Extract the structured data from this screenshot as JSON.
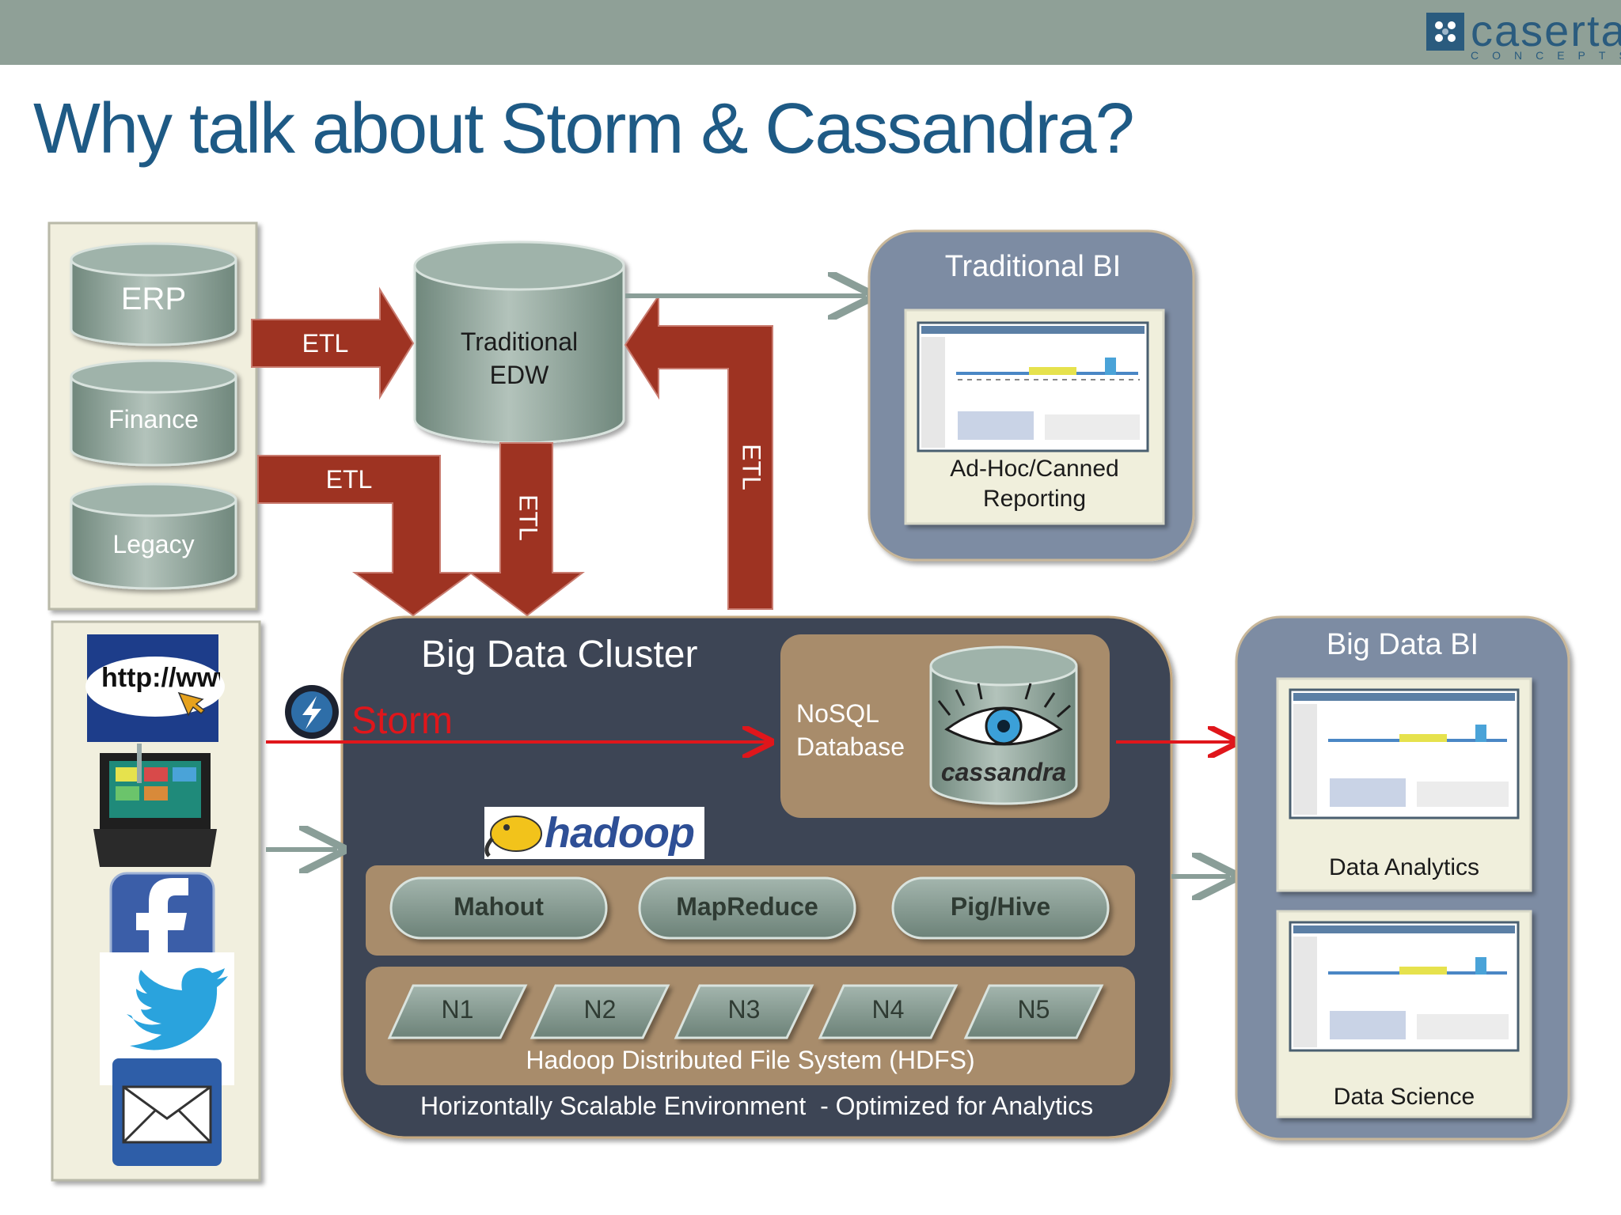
{
  "slide": {
    "title": "Why talk about Storm & Cassandra?",
    "logo": {
      "word": "caserta",
      "sub": "CONCEPTS"
    }
  },
  "sources": {
    "legacy_systems": [
      "ERP",
      "Finance",
      "Legacy"
    ],
    "streaming_icons": [
      "http-icon",
      "pos-terminal-icon",
      "facebook-icon",
      "twitter-icon",
      "email-icon"
    ],
    "http_text": "http://www."
  },
  "edw": {
    "label_line1": "Traditional",
    "label_line2": "EDW"
  },
  "etl_labels": {
    "to_edw": "ETL",
    "to_cluster": "ETL",
    "edw_down": "ETL",
    "cluster_up": "ETL"
  },
  "traditional_bi": {
    "title": "Traditional BI",
    "caption_line1": "Ad-Hoc/Canned",
    "caption_line2": "Reporting"
  },
  "cluster": {
    "title": "Big Data Cluster",
    "storm_label": "Storm",
    "nosql_line1": "NoSQL",
    "nosql_line2": "Database",
    "cassandra_word": "cassandra",
    "hadoop_word": "hadoop",
    "tools": [
      "Mahout",
      "MapReduce",
      "Pig/Hive"
    ],
    "nodes": [
      "N1",
      "N2",
      "N3",
      "N4",
      "N5"
    ],
    "hdfs_label": "Hadoop Distributed File System (HDFS)",
    "footer": "Horizontally Scalable Environment  - Optimized for Analytics"
  },
  "big_data_bi": {
    "title": "Big Data BI",
    "panels": [
      "Data Analytics",
      "Data Science"
    ]
  },
  "colors": {
    "header_bar": "#8fa097",
    "title_blue": "#1e5a85",
    "etl_red": "#9e3322",
    "cluster_dark": "#3d4454",
    "tan": "#a88c6b",
    "bi_panel": "#7d8ca3",
    "db_grey": "#8a9e95",
    "storm_red": "#e0161b"
  }
}
